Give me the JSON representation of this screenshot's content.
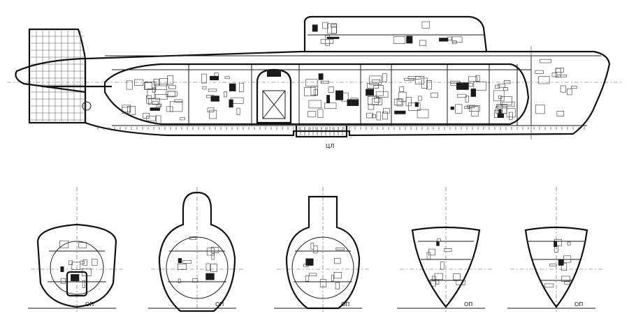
{
  "drawing": {
    "profile_label": "ЦЛ",
    "baseline_label": "ОП"
  },
  "sections": [
    {
      "label": "ОП"
    },
    {
      "label": "ОП"
    },
    {
      "label": "ОП"
    },
    {
      "label": "ОП"
    },
    {
      "label": "ОП"
    }
  ]
}
